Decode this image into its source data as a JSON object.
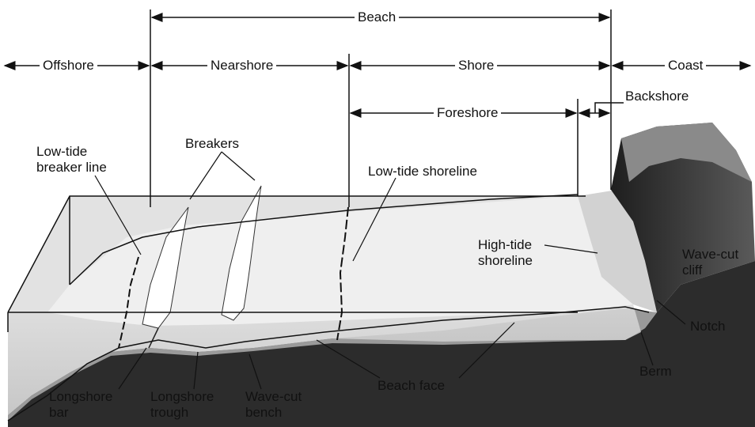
{
  "zones": {
    "beach": "Beach",
    "offshore": "Offshore",
    "nearshore": "Nearshore",
    "shore": "Shore",
    "coast": "Coast",
    "foreshore": "Foreshore",
    "backshore": "Backshore"
  },
  "features": {
    "low_tide_breaker_line_1": "Low-tide",
    "low_tide_breaker_line_2": "breaker line",
    "breakers": "Breakers",
    "low_tide_shoreline": "Low-tide shoreline",
    "high_tide_shoreline_1": "High-tide",
    "high_tide_shoreline_2": "shoreline",
    "wave_cut_cliff_1": "Wave-cut",
    "wave_cut_cliff_2": "cliff",
    "notch": "Notch",
    "berm": "Berm",
    "beach_face": "Beach face",
    "longshore_bar_1": "Longshore",
    "longshore_bar_2": "bar",
    "longshore_trough_1": "Longshore",
    "longshore_trough_2": "trough",
    "wave_cut_bench_1": "Wave-cut",
    "wave_cut_bench_2": "bench"
  }
}
